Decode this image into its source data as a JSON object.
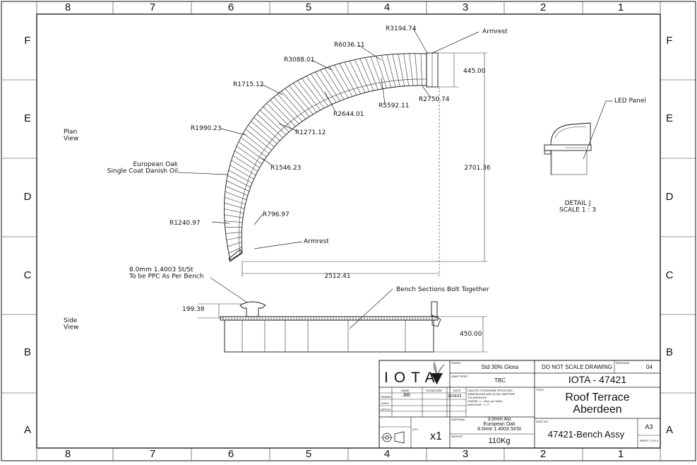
{
  "border": {
    "columns": [
      "8",
      "7",
      "6",
      "5",
      "4",
      "3",
      "2",
      "1"
    ],
    "rows": [
      "F",
      "E",
      "D",
      "C",
      "B",
      "A"
    ]
  },
  "views": {
    "plan": {
      "label": "Plan\nView",
      "radii": [
        "R3194.74",
        "R6036.11",
        "R3088.01",
        "R1715.12",
        "R2644.01",
        "R5592.11",
        "R2750.74",
        "R1271.12",
        "R1990.23",
        "R1546.23",
        "R796.97",
        "R1240.97"
      ],
      "material_note": "European Oak\nSingle Coat Danish Oil",
      "armrest_top": "Armrest",
      "armrest_bottom": "Armrest",
      "dim_height": "2701.36",
      "dim_width": "2512.41",
      "dim_end": "445.00"
    },
    "side": {
      "label": "Side\nView",
      "steel_note": "8.0mm 1.4003 St/St\nTo be PPC As Per Bench",
      "sections_note": "Bench Sections Bolt Together",
      "dim_rest": "199.38",
      "dim_height": "450.00"
    },
    "detail": {
      "led": "LED Panel",
      "title": "DETAIL J\nSCALE 1 : 3"
    }
  },
  "title_block": {
    "logo": "IOTA",
    "finish_label": "FINISH:",
    "finish": "Std 30% Gloss",
    "paint_label": "PAINT SPEC:",
    "paint": "TBC",
    "do_not_scale": "DO NOT SCALE DRAWING",
    "revision_label": "REVISION:",
    "revision": "04",
    "project_no": "IOTA - 47421",
    "col_name": "NAME",
    "col_sig": "SIGNATURE",
    "col_date": "DATE",
    "drawn_label": "DRAWN",
    "drawn_name": "JBB",
    "drawn_date": "26/04/23",
    "chkd_label": "CHK'D",
    "appvd_label": "APPV'D",
    "tolerance": "UNLESS OTHERWISE SPECIFIED:\nDIMENSIONS ARE IN MILLIMETERS\nTOLERANCES:\nLINEAR: +/- 2mm per Metre\nANGULAR: +/- 2°",
    "title_label": "TITLE:",
    "title": "Roof Terrace\nAberdeen",
    "material_label": "MATERIAL:",
    "material": "3.0mm Alu\nEuropean Oak\n8.0mm 1.4003 St/St",
    "qty_label": "QTY:",
    "qty": "x1",
    "weight_label": "WEIGHT:",
    "weight": "110Kg",
    "dwg_label": "DWG NO.",
    "dwg_no": "47421-Bench Assy",
    "size": "A3",
    "sheet": "SHEET 1 OF 6"
  }
}
